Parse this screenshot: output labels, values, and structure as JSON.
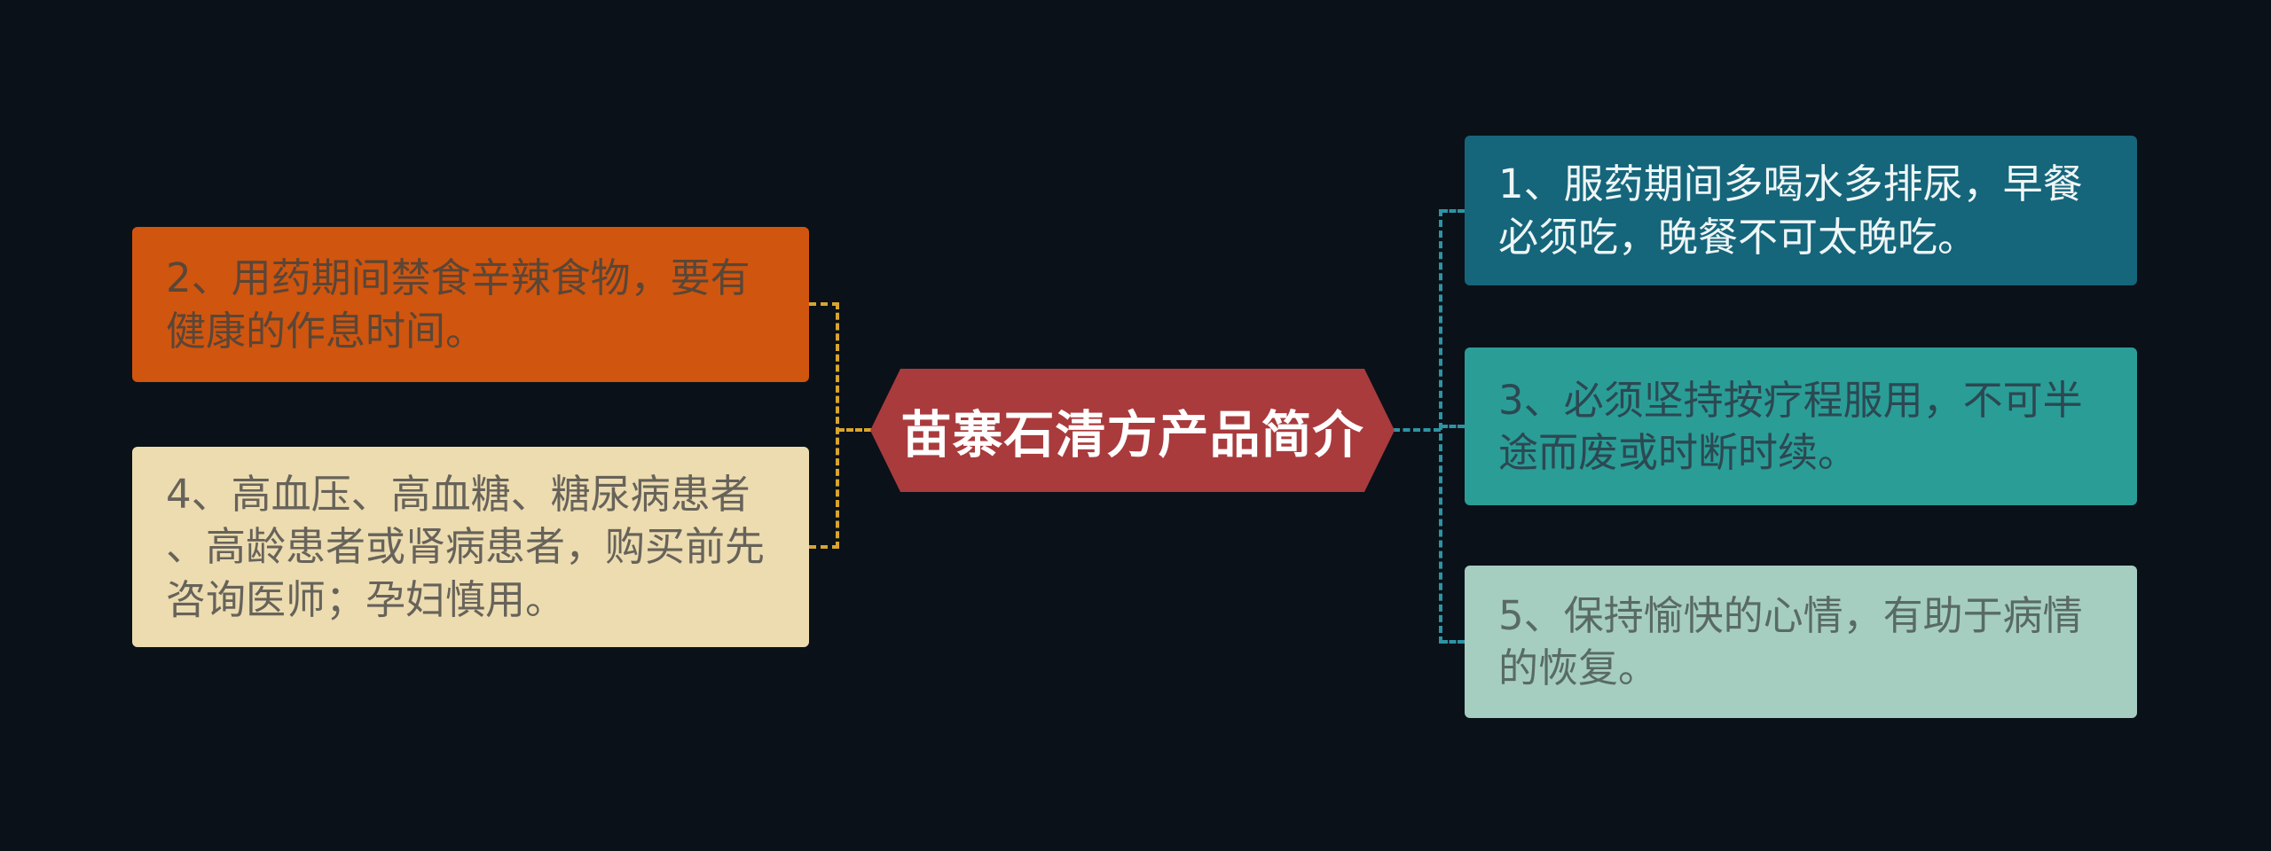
{
  "canvas": {
    "background": "#0a1119"
  },
  "center_node": {
    "label": "苗寨石清方产品简介",
    "bg": "#a93b3d",
    "text_color": "#ffffff"
  },
  "left_branch": {
    "connector_color": "#d7a52f",
    "nodes": [
      {
        "id": "2",
        "text": "2、用药期间禁食辛辣食物，要有健康的作息时间。",
        "bg": "#d0550f",
        "text_color": "#5a4636"
      },
      {
        "id": "4",
        "text": "4、高血压、高血糖、糖尿病患者、高龄患者或肾病患者，购买前先咨询医师；孕妇慎用。",
        "bg": "#ecdcb0",
        "text_color": "#67635a"
      }
    ]
  },
  "right_branch": {
    "connector_color": "#2f93a4",
    "nodes": [
      {
        "id": "1",
        "text": "1、服药期间多喝水多排尿，早餐必须吃，晚餐不可太晚吃。",
        "bg": "#15657b",
        "text_color": "#eef6f6"
      },
      {
        "id": "3",
        "text": "3、必须坚持按疗程服用，不可半途而废或时断时续。",
        "bg": "#2a9d96",
        "text_color": "#2c4852"
      },
      {
        "id": "5",
        "text": "5、保持愉快的心情，有助于病情的恢复。",
        "bg": "#a5cec0",
        "text_color": "#596a64"
      }
    ]
  }
}
